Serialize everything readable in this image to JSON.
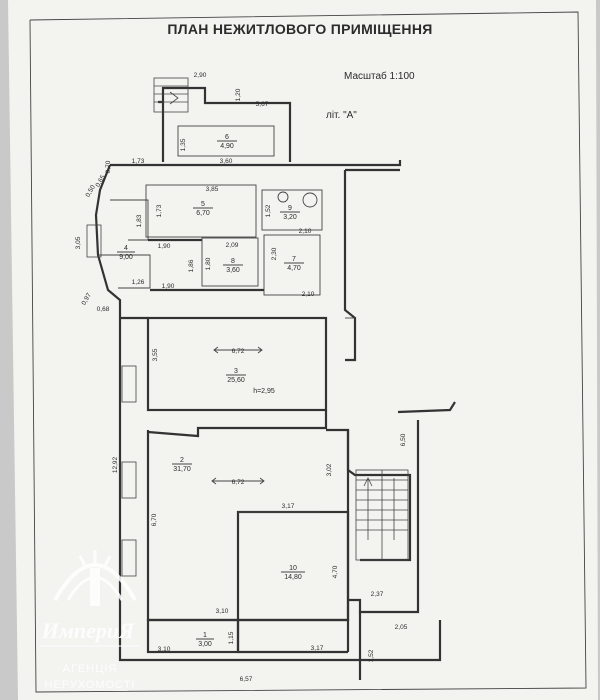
{
  "header": {
    "title": "ПЛАН НЕЖИТЛОВОГО ПРИМІЩЕННЯ",
    "scale": "Масштаб 1:100",
    "liter": "літ. \"А\""
  },
  "rooms": [
    {
      "id": "1",
      "area": "3,00"
    },
    {
      "id": "2",
      "area": "31,70"
    },
    {
      "id": "3",
      "area": "25,60"
    },
    {
      "id": "4",
      "area": "9,00"
    },
    {
      "id": "5",
      "area": "6,70"
    },
    {
      "id": "6",
      "area": "4,90"
    },
    {
      "id": "7",
      "area": "4,70"
    },
    {
      "id": "8",
      "area": "3,60"
    },
    {
      "id": "9",
      "area": "3,20"
    },
    {
      "id": "10",
      "area": "14,80"
    }
  ],
  "height_label": "h=2,95",
  "dimensions": {
    "d_2_90": "2,90",
    "d_1_20": "1,20",
    "d_5_67": "5,67",
    "d_1_35": "1,35",
    "d_3_60": "3,60",
    "d_1_73a": "1,73",
    "d_0_70": "0,70",
    "d_0_65": "0,65",
    "d_0_50": "0,50",
    "d_3_85": "3,85",
    "d_1_73b": "1,73",
    "d_1_83": "1,83",
    "d_1_52": "1,52",
    "d_2_10a": "2,10",
    "d_3_05": "3,05",
    "d_1_90a": "1,90",
    "d_2_09": "2,09",
    "d_2_30": "2,30",
    "d_1_26": "1,26",
    "d_1_86": "1,86",
    "d_1_80": "1,80",
    "d_1_90b": "1,90",
    "d_2_10b": "2,10",
    "d_0_97": "0,97",
    "d_0_68": "0,68",
    "d_3_55": "3,55",
    "d_6_72a": "6,72",
    "d_12_92": "12,92",
    "d_6_72b": "6,72",
    "d_3_02": "3,02",
    "d_3_17a": "3,17",
    "d_6_50": "6,50",
    "d_6_70": "6,70",
    "d_4_70": "4,70",
    "d_3_10a": "3,10",
    "d_2_37": "2,37",
    "d_1_15": "1,15",
    "d_2_05": "2,05",
    "d_3_10b": "3,10",
    "d_3_17b": "3,17",
    "d_1_52b": "1,52",
    "d_6_57": "6,57"
  },
  "watermark": {
    "brand": "ИмпериЯ",
    "agency_line1": "АГЕНЦІЯ",
    "agency_line2": "НЕРУХОМОСТІ"
  },
  "colors": {
    "background": "#cfd0cf",
    "paper": "#f3f3f0",
    "ink": "#2b2b2b"
  }
}
